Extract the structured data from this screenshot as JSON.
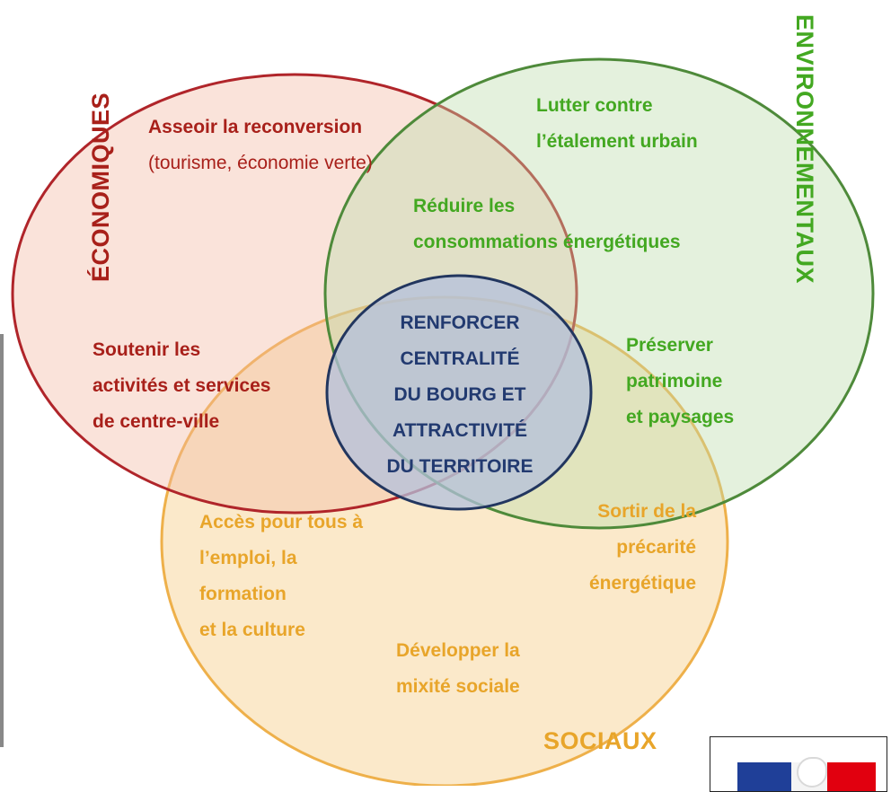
{
  "circles": {
    "economic": {
      "title": "ÉCONOMIQUES",
      "items": [
        {
          "lines": [
            "Asseoir la reconversion"
          ]
        },
        {
          "lines": [
            "(tourisme, économie verte)"
          ]
        },
        {
          "lines": [
            "Soutenir les",
            "activités et services",
            "de centre-ville"
          ]
        }
      ]
    },
    "environmental": {
      "title": "ENVIRONNEMENTAUX",
      "items": [
        {
          "lines": [
            "Lutter contre",
            "l’étalement urbain"
          ]
        },
        {
          "lines": [
            "Réduire les",
            "consommations énergétiques"
          ]
        },
        {
          "lines": [
            "Préserver",
            "patrimoine",
            "et paysages"
          ]
        }
      ]
    },
    "social": {
      "title": "SOCIAUX",
      "items": [
        {
          "lines": [
            "Accès pour tous à",
            "l’emploi, la",
            "formation",
            "et la culture"
          ]
        },
        {
          "lines": [
            "Sortir de la",
            "précarité",
            "énergétique"
          ]
        },
        {
          "lines": [
            "Développer la",
            "mixité sociale"
          ]
        }
      ]
    }
  },
  "center": {
    "lines": [
      "RENFORCER",
      "CENTRALITÉ",
      "DU BOURG ET",
      "ATTRACTIVITÉ",
      "DU TERRITOIRE"
    ]
  },
  "colors": {
    "economic": "#a8201a",
    "environmental": "#43a821",
    "social": "#e8a52a",
    "center": "#223a70"
  }
}
